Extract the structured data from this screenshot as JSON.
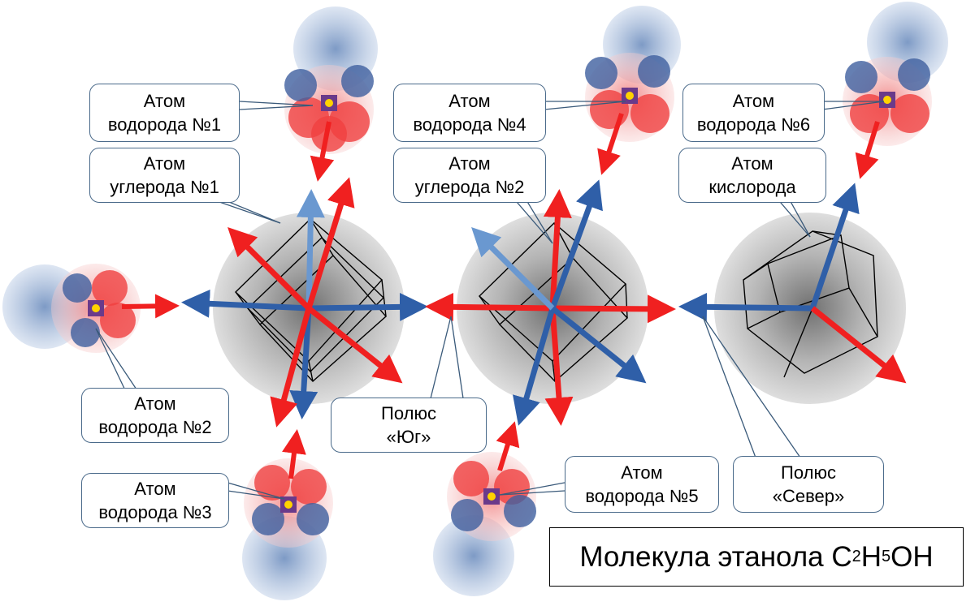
{
  "title": {
    "main": "Молекула этанола C",
    "sub1": "2",
    "mid1": "H",
    "sub2": "5",
    "tail": "OH"
  },
  "callouts": [
    {
      "id": "h1",
      "line1": "Атом",
      "line2": "водорода №1"
    },
    {
      "id": "c1",
      "line1": "Атом",
      "line2": "углерода №1"
    },
    {
      "id": "h4",
      "line1": "Атом",
      "line2": "водорода №4"
    },
    {
      "id": "c2",
      "line1": "Атом",
      "line2": "углерода №2"
    },
    {
      "id": "h6",
      "line1": "Атом",
      "line2": "водорода №6"
    },
    {
      "id": "o",
      "line1": "Атом",
      "line2": "кислорода"
    },
    {
      "id": "h2",
      "line1": "Атом",
      "line2": "водорода №2"
    },
    {
      "id": "pole-south",
      "line1": "Полюс",
      "line2": "«Юг»"
    },
    {
      "id": "h3",
      "line1": "Атом",
      "line2": "водорода №3"
    },
    {
      "id": "h5",
      "line1": "Атом",
      "line2": "водорода №5"
    },
    {
      "id": "pole-north",
      "line1": "Полюс",
      "line2": "«Север»"
    }
  ],
  "colors": {
    "red": "#f02020",
    "blue": "#2f5fa8",
    "lightblue": "#6a98d0",
    "sphere": "#9a9a9a",
    "line": "#3a5a7a"
  }
}
